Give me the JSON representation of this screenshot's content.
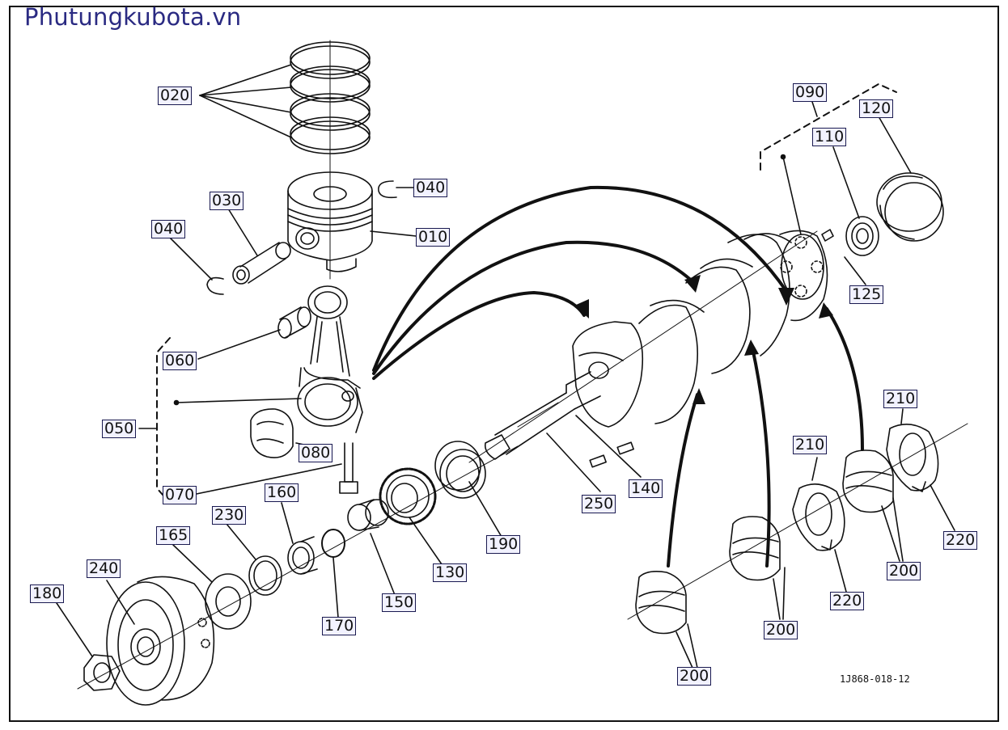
{
  "watermark": "Phutungkubota.vn",
  "drawing_number": "1J868-018-12",
  "callouts": [
    "020",
    "040",
    "030",
    "040",
    "010",
    "060",
    "050",
    "080",
    "070",
    "230",
    "160",
    "165",
    "240",
    "180",
    "170",
    "150",
    "130",
    "190",
    "250",
    "140",
    "090",
    "110",
    "120",
    "125",
    "210",
    "210",
    "200",
    "220",
    "200",
    "220",
    "200"
  ]
}
